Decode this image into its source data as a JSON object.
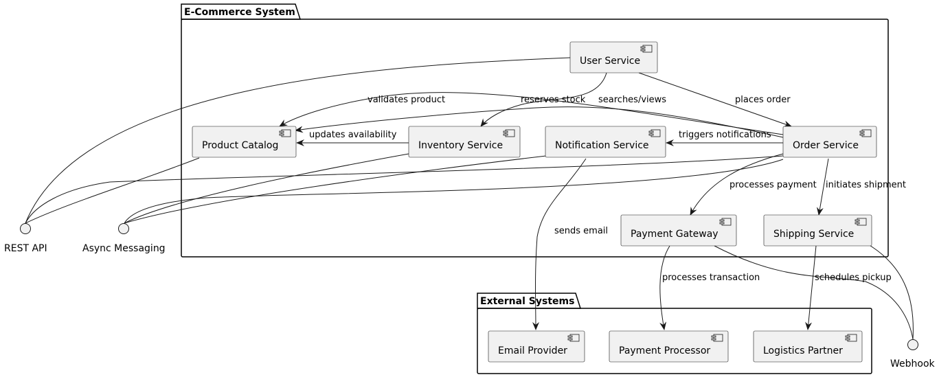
{
  "packages": {
    "ecommerce": "E-Commerce System",
    "external": "External Systems"
  },
  "components": {
    "user_service": "User Service",
    "product_catalog": "Product Catalog",
    "inventory_service": "Inventory Service",
    "notification_service": "Notification Service",
    "order_service": "Order Service",
    "payment_gateway": "Payment Gateway",
    "shipping_service": "Shipping Service",
    "email_provider": "Email Provider",
    "payment_processor": "Payment Processor",
    "logistics_partner": "Logistics Partner"
  },
  "interfaces": {
    "rest_api": "REST API",
    "async_messaging": "Async Messaging",
    "webhook": "Webhook"
  },
  "edge_labels": {
    "validates_product": "validates product",
    "reserves_stock": "reserves stock",
    "searches_views": "searches/views",
    "places_order": "places order",
    "updates_availability": "updates availability",
    "triggers_notifications": "triggers notifications",
    "processes_payment": "processes payment",
    "initiates_shipment": "initiates shipment",
    "sends_email": "sends email",
    "processes_transaction": "processes transaction",
    "schedules_pickup": "schedules pickup"
  }
}
